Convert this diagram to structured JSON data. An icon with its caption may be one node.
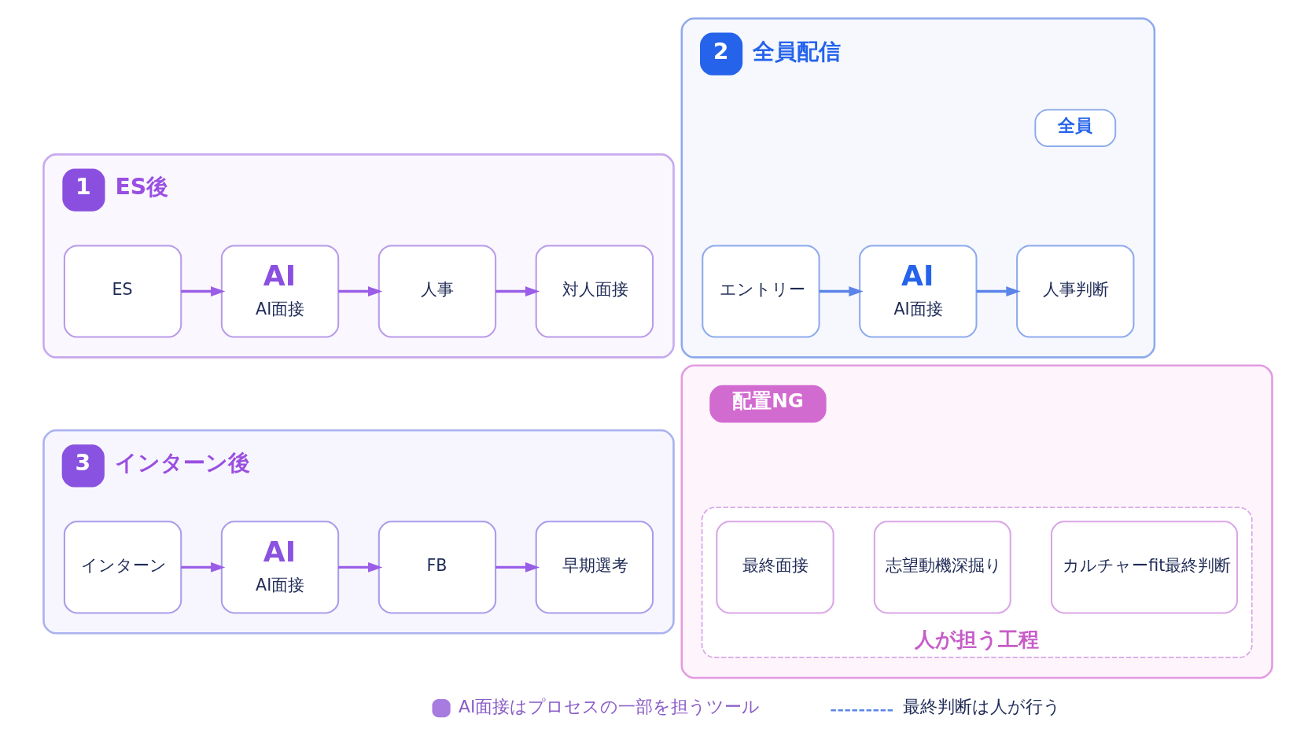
{
  "diagram": {
    "nodes": [
      {
        "text": [
          "1",
          "ES後"
        ]
      },
      {
        "text": [
          "ES"
        ],
        "in": 0
      },
      {
        "text": [
          "AI",
          "AI面接"
        ],
        "in": 0
      },
      {
        "text": [
          "人事"
        ],
        "in": 0
      },
      {
        "text": [
          "対人面接"
        ],
        "in": 0
      },
      {
        "text": [
          "2",
          "全員配信"
        ]
      },
      {
        "text": [
          "全員"
        ],
        "in": 5
      },
      {
        "text": [
          "エントリー"
        ],
        "in": 5
      },
      {
        "text": [
          "AI",
          "AI面接"
        ],
        "in": 5
      },
      {
        "text": [
          "人事判断"
        ],
        "in": 5
      },
      {
        "text": [
          "3",
          "インターン後"
        ]
      },
      {
        "text": [
          "インターン"
        ],
        "in": 10
      },
      {
        "text": [
          "AI",
          "AI面接"
        ],
        "in": 10
      },
      {
        "text": [
          "FB"
        ],
        "in": 10
      },
      {
        "text": [
          "早期選考"
        ],
        "in": 10
      },
      {
        "text": [],
        "shape": "box"
      },
      {
        "text": [
          "配置NG"
        ],
        "in": 15
      },
      {
        "text": [
          "人が担う工程"
        ],
        "in": 15
      },
      {
        "text": [
          "最終面接"
        ],
        "in": 17
      },
      {
        "text": [
          "志望動機深掘り"
        ],
        "in": 17
      },
      {
        "text": [
          "カルチャーfit最終判断"
        ],
        "in": 17
      }
    ],
    "edges": [
      {
        "from": 1,
        "to": 2,
        "arrow": "to"
      },
      {
        "from": 2,
        "to": 3,
        "arrow": "to"
      },
      {
        "from": 3,
        "to": 4,
        "arrow": "to"
      },
      {
        "from": 7,
        "to": 8,
        "arrow": "to",
        "color": "#5b84e8"
      },
      {
        "from": 8,
        "to": 9,
        "arrow": "to",
        "color": "#5b84e8"
      },
      {
        "from": 11,
        "to": 12,
        "arrow": "to"
      },
      {
        "from": 12,
        "to": 13,
        "arrow": "to"
      },
      {
        "from": 13,
        "to": 14,
        "arrow": "to"
      }
    ],
    "legend": [
      {
        "text": "AI面接はプロセスの一部を担うツール",
        "color": "#a77be0"
      },
      {
        "text": "最終判断は人が行う"
      }
    ]
  }
}
